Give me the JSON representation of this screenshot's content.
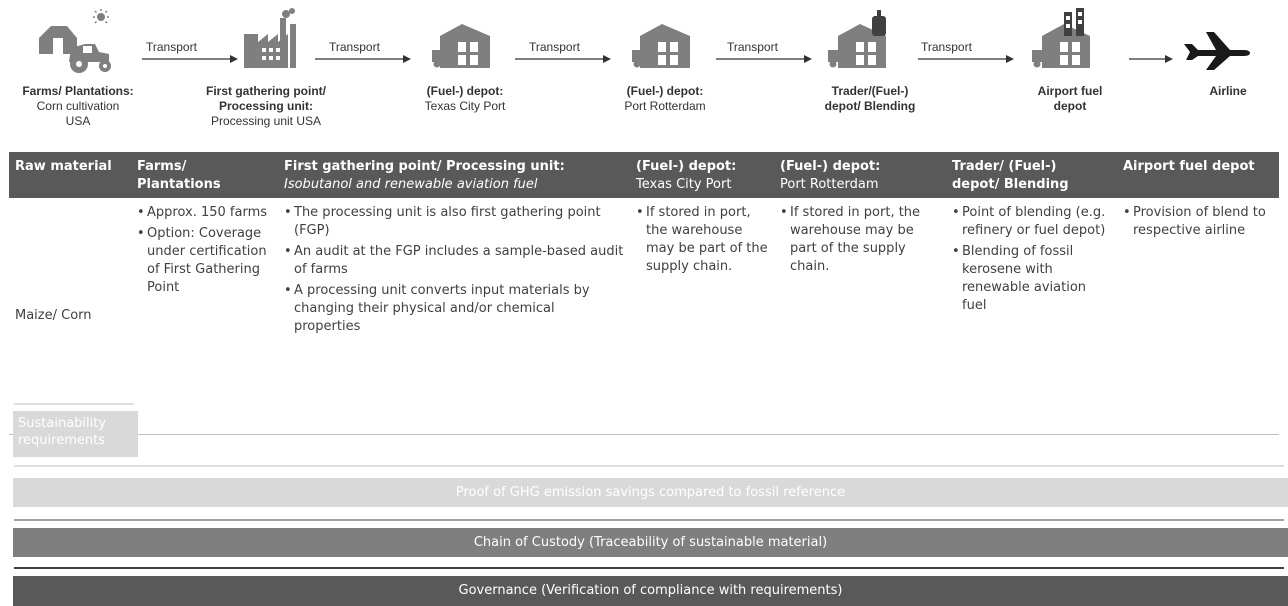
{
  "flow": {
    "stages": [
      {
        "title": "Farms/ Plantations:",
        "lines": [
          "Corn cultivation",
          "USA"
        ]
      },
      {
        "title": "First gathering point/",
        "title2": "Processing unit:",
        "lines": [
          "Processing unit USA"
        ]
      },
      {
        "title": "(Fuel-) depot:",
        "lines": [
          "Texas City Port"
        ]
      },
      {
        "title": "(Fuel-) depot:",
        "lines": [
          "Port Rotterdam"
        ]
      },
      {
        "title": "Trader/(Fuel-)",
        "title2": "depot/ Blending",
        "lines": []
      },
      {
        "title": "Airport fuel",
        "title2": "depot",
        "lines": []
      },
      {
        "title": "Airline",
        "lines": []
      }
    ],
    "transport_label": "Transport"
  },
  "table": {
    "headers": [
      {
        "title": "Raw material",
        "sub": ""
      },
      {
        "title": "Farms/",
        "sub": "Plantations",
        "sub_bold": true
      },
      {
        "title": "First gathering point/ Processing unit:",
        "sub": "Isobutanol and renewable aviation fuel",
        "sub_italic": true
      },
      {
        "title": "(Fuel-) depot:",
        "sub": "Texas City Port"
      },
      {
        "title": "(Fuel-) depot:",
        "sub": "Port Rotterdam"
      },
      {
        "title": "Trader/ (Fuel-)",
        "sub": "depot/ Blending",
        "sub_bold": true
      },
      {
        "title": "Airport fuel depot",
        "sub": ""
      }
    ],
    "raw_material": "Maize/ Corn",
    "cells": [
      [
        "Approx. 150 farms",
        "Option: Coverage under certification of First Gathering Point"
      ],
      [
        "The processing unit is also first gathering point (FGP)",
        "An audit at the FGP includes a sample-based audit of farms",
        "A processing unit converts input materials by changing their physical and/or chemical properties"
      ],
      [
        "If stored in port, the warehouse may be part of the supply chain."
      ],
      [
        "If stored in port, the warehouse may be part of the supply chain."
      ],
      [
        "Point of blending (e.g. refinery or fuel depot)",
        "Blending of fossil kerosene with renewable aviation fuel"
      ],
      [
        "Provision of blend to respective airline"
      ]
    ]
  },
  "bars": {
    "sustainability": "Sustainability requirements",
    "ghg": "Proof of GHG emission savings compared to fossil reference",
    "coc": "Chain of Custody (Traceability of sustainable material)",
    "gov": "Governance (Verification of compliance with requirements)"
  },
  "colors": {
    "header_bg": "#595959",
    "bar_light": "#d9d9d9",
    "bar_mid": "#7f7f7f",
    "bar_dark": "#595959",
    "icon_gray": "#7f7f7f"
  }
}
